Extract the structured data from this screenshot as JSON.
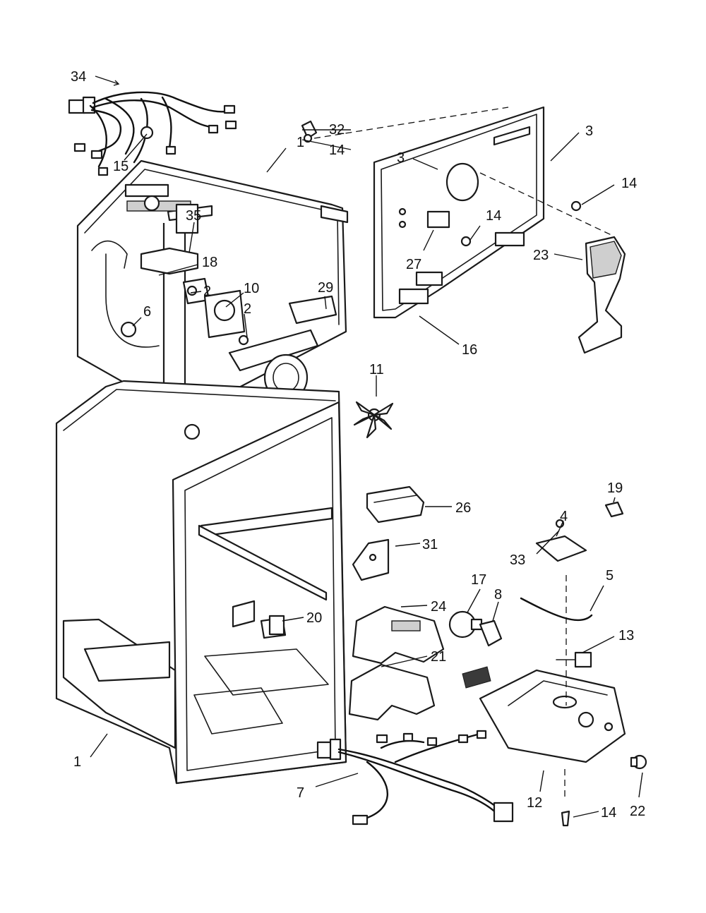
{
  "diagram": {
    "callouts": [
      {
        "id": "c34a",
        "text": "34"
      },
      {
        "id": "c15",
        "text": "15"
      },
      {
        "id": "c1a",
        "text": "1"
      },
      {
        "id": "c35",
        "text": "35"
      },
      {
        "id": "c18",
        "text": "18"
      },
      {
        "id": "c2a",
        "text": "2"
      },
      {
        "id": "c10",
        "text": "10"
      },
      {
        "id": "c2b",
        "text": "2"
      },
      {
        "id": "c29",
        "text": "29"
      },
      {
        "id": "c6",
        "text": "6"
      },
      {
        "id": "c11",
        "text": "11"
      },
      {
        "id": "c32",
        "text": "32"
      },
      {
        "id": "c14a",
        "text": "14"
      },
      {
        "id": "c3a",
        "text": "3"
      },
      {
        "id": "c3b",
        "text": "3"
      },
      {
        "id": "c14b",
        "text": "14"
      },
      {
        "id": "c14c",
        "text": "14"
      },
      {
        "id": "c27",
        "text": "27"
      },
      {
        "id": "c23",
        "text": "23"
      },
      {
        "id": "c16",
        "text": "16"
      },
      {
        "id": "c26",
        "text": "26"
      },
      {
        "id": "c31",
        "text": "31"
      },
      {
        "id": "c19",
        "text": "19"
      },
      {
        "id": "c4",
        "text": "4"
      },
      {
        "id": "c33",
        "text": "33"
      },
      {
        "id": "c17",
        "text": "17"
      },
      {
        "id": "c8",
        "text": "8"
      },
      {
        "id": "c5",
        "text": "5"
      },
      {
        "id": "c24",
        "text": "24"
      },
      {
        "id": "c20",
        "text": "20"
      },
      {
        "id": "c21",
        "text": "21"
      },
      {
        "id": "c13",
        "text": "13"
      },
      {
        "id": "c1b",
        "text": "1"
      },
      {
        "id": "c7",
        "text": "7"
      },
      {
        "id": "c12",
        "text": "12"
      },
      {
        "id": "c14d",
        "text": "14"
      },
      {
        "id": "c22",
        "text": "22"
      }
    ]
  }
}
